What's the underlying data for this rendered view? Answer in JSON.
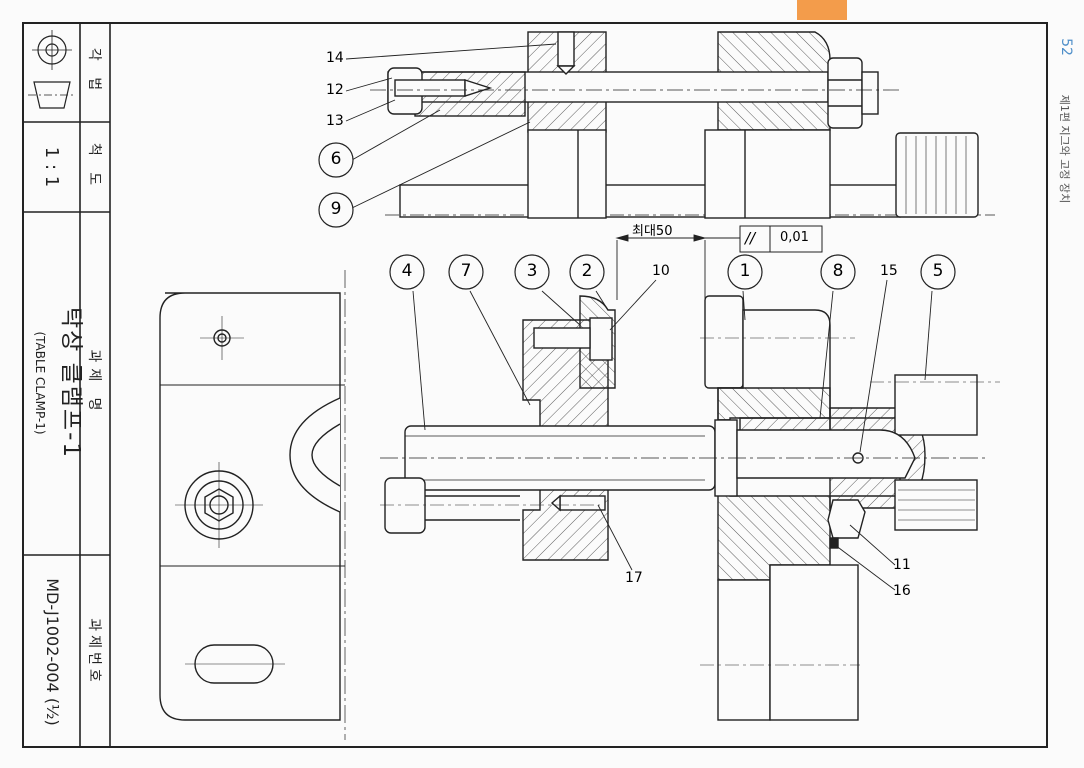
{
  "page": {
    "number": "52",
    "chapter": "제1편 지그와 고정 장치",
    "accent_color": "#f39c4b",
    "page_number_color": "#4f8fc9"
  },
  "title_block": {
    "projection_label": "각 법",
    "scale_label": "척 도",
    "scale_value": "1 : 1",
    "task_name_label": "과제 명",
    "title_ko": "탁상 클램프-1",
    "title_en": "(TABLE CLAMP-1)",
    "task_number_label": "과제번호",
    "task_number": "MD-J1002-004 (¹⁄₂)"
  },
  "balloons": [
    "1",
    "2",
    "3",
    "4",
    "5",
    "6",
    "7",
    "8",
    "9"
  ],
  "part_labels": [
    "10",
    "11",
    "12",
    "13",
    "14",
    "15",
    "16",
    "17"
  ],
  "dimensions": {
    "max_opening": "최대50",
    "parallelism_symbol": "//",
    "parallelism_tolerance": "0,01"
  }
}
